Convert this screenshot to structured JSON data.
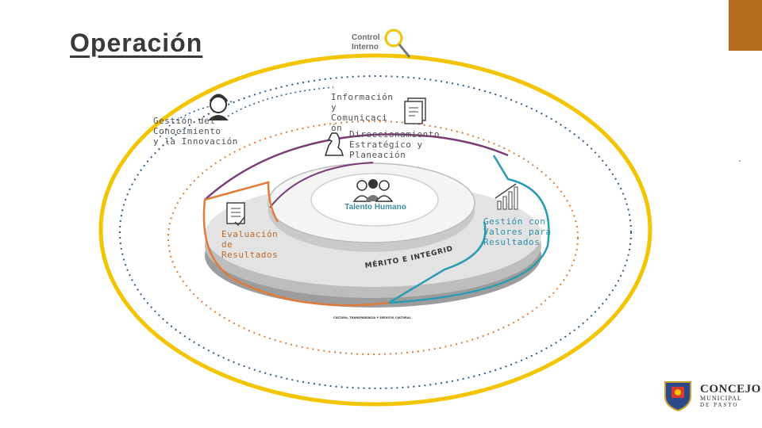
{
  "slide": {
    "title": "Operación",
    "accent_color": "#b46d1c"
  },
  "diagram": {
    "control_interno": [
      "Control",
      "Interno"
    ],
    "informacion": [
      "Información",
      "y",
      "Comunicaci",
      "ón"
    ],
    "direccionamiento": [
      "Direccionamiento",
      "Estratégico y",
      "Planeación"
    ],
    "gestion_conocimiento": [
      "Gestión del",
      "Conocimiento",
      "y la Innovación"
    ],
    "evaluacion": [
      "Evaluación",
      "de",
      "Resultados"
    ],
    "gestion_valores": [
      "Gestión con",
      "Valores para",
      "Resultados"
    ],
    "talento_humano": "Talento Humano",
    "merito": "MÉRITO E INTEGRIDAD",
    "base_text": "CULTURA, TRANSPARENCIA Y SERVICIO CULTURAL",
    "colors": {
      "ring_yellow": "#f2c500",
      "ring_orange": "#e07b39",
      "ring_blue": "#2c5d8c",
      "arc_purple": "#7a3b72",
      "arc_orange": "#e07b39",
      "arc_teal": "#2a9bb3",
      "disc_gray": "#cfcfcf"
    },
    "icons": [
      "magnifier-icon",
      "person-icon",
      "documents-icon",
      "chess-knight-icon",
      "checklist-icon",
      "growth-chart-icon",
      "people-group-icon"
    ]
  },
  "logo": {
    "line1": "CONCEJO",
    "line2": "MUNICIPAL",
    "line3": "DE PASTO"
  }
}
